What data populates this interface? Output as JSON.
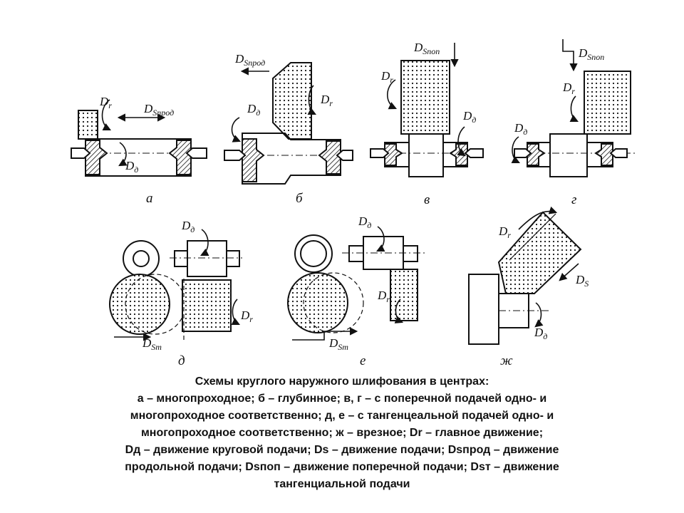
{
  "figure": {
    "schemes": [
      {
        "letter": "а",
        "dr": "D",
        "dr_sub": "r",
        "feed": "D",
        "feed_sub": "Sпрод",
        "dd": "D",
        "dd_sub": "д"
      },
      {
        "letter": "б",
        "dr": "D",
        "dr_sub": "r",
        "feed": "D",
        "feed_sub": "Sпрод",
        "dd": "D",
        "dd_sub": "д"
      },
      {
        "letter": "в",
        "dr": "D",
        "dr_sub": "r",
        "feed": "D",
        "feed_sub": "Sпоп",
        "dd": "D",
        "dd_sub": "д"
      },
      {
        "letter": "г",
        "dr": "D",
        "dr_sub": "r",
        "feed": "D",
        "feed_sub": "Sпоп",
        "dd": "D",
        "dd_sub": "д"
      },
      {
        "letter": "д",
        "dr": "D",
        "dr_sub": "r",
        "feed": "D",
        "feed_sub": "Sт",
        "dd": "D",
        "dd_sub": "д"
      },
      {
        "letter": "е",
        "dr": "D",
        "dr_sub": "r",
        "feed": "D",
        "feed_sub": "Sт",
        "dd": "D",
        "dd_sub": "д"
      },
      {
        "letter": "ж",
        "dr": "D",
        "dr_sub": "r",
        "feed": "D",
        "feed_sub": "S",
        "dd": "D",
        "dd_sub": "д"
      }
    ]
  },
  "caption": {
    "lines": [
      "Схемы круглого наружного шлифования в центрах:",
      "а – многопроходное; б – глубинное; в, г – с поперечной подачей одно- и",
      "многопроходное соответственно; д, е – с тангенцеальной подачей одно- и",
      "многопроходное соответственно; ж – врезное; Dr – главное движение;",
      "Dд – движение круговой подачи; Ds – движение подачи; Dsпрод – движение",
      "продольной подачи; Dsпоп – движение поперечной подачи; Dsт – движение",
      "тангенциальной подачи"
    ]
  }
}
